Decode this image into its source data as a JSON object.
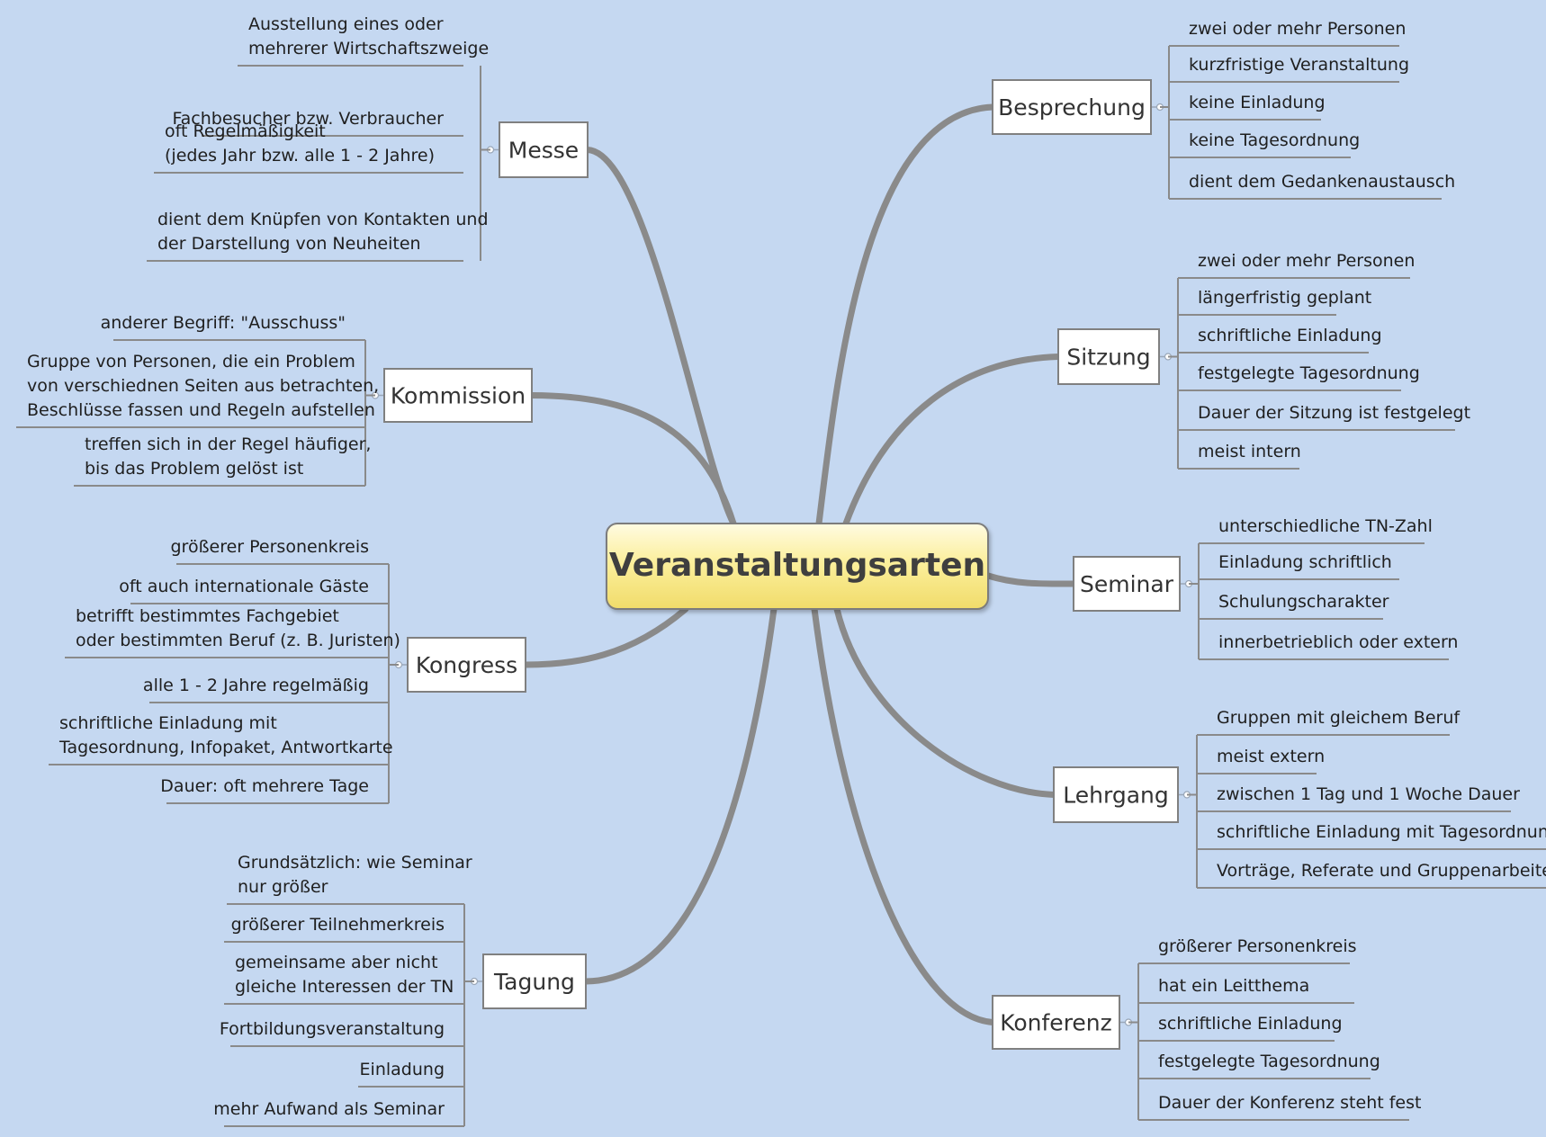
{
  "central": {
    "title": "Veranstaltungsarten"
  },
  "topics": [
    {
      "id": "messe",
      "label": "Messe",
      "items": [
        [
          "Ausstellung eines oder",
          "mehrerer Wirtschaftszweige"
        ],
        [
          "Fachbesucher bzw. Verbraucher"
        ],
        [
          "oft Regelmäßigkeit",
          "(jedes Jahr bzw. alle 1 - 2 Jahre)"
        ],
        [
          "dient dem Knüpfen von Kontakten und",
          "der Darstellung von Neuheiten"
        ]
      ]
    },
    {
      "id": "kommission",
      "label": "Kommission",
      "items": [
        [
          "anderer Begriff: \"Ausschuss\""
        ],
        [
          "Gruppe von Personen, die ein Problem",
          "von verschiednen Seiten aus betrachten,",
          "Beschlüsse fassen und Regeln aufstellen"
        ],
        [
          "treffen sich in der Regel häufiger,",
          "bis das Problem gelöst ist"
        ]
      ]
    },
    {
      "id": "kongress",
      "label": "Kongress",
      "items": [
        [
          "größerer Personenkreis"
        ],
        [
          "oft auch internationale Gäste"
        ],
        [
          "betrifft bestimmtes Fachgebiet",
          "oder bestimmten Beruf (z. B. Juristen)"
        ],
        [
          "alle 1 - 2 Jahre regelmäßig"
        ],
        [
          "schriftliche Einladung mit",
          "Tagesordnung, Infopaket, Antwortkarte"
        ],
        [
          "Dauer: oft mehrere Tage"
        ]
      ]
    },
    {
      "id": "tagung",
      "label": "Tagung",
      "items": [
        [
          "Grundsätzlich: wie Seminar",
          "nur größer"
        ],
        [
          "größerer Teilnehmerkreis"
        ],
        [
          "gemeinsame aber nicht",
          "gleiche Interessen der TN"
        ],
        [
          "Fortbildungsveranstaltung"
        ],
        [
          "Einladung"
        ],
        [
          "mehr Aufwand als Seminar"
        ]
      ]
    },
    {
      "id": "besprechung",
      "label": "Besprechung",
      "items": [
        [
          "zwei oder mehr Personen"
        ],
        [
          "kurzfristige Veranstaltung"
        ],
        [
          "keine Einladung"
        ],
        [
          "keine Tagesordnung"
        ],
        [
          "dient dem Gedankenaustausch"
        ]
      ]
    },
    {
      "id": "sitzung",
      "label": "Sitzung",
      "items": [
        [
          "zwei oder mehr Personen"
        ],
        [
          "längerfristig geplant"
        ],
        [
          "schriftliche Einladung"
        ],
        [
          "festgelegte Tagesordnung"
        ],
        [
          "Dauer der Sitzung ist festgelegt"
        ],
        [
          "meist intern"
        ]
      ]
    },
    {
      "id": "seminar",
      "label": "Seminar",
      "items": [
        [
          "unterschiedliche TN-Zahl"
        ],
        [
          "Einladung schriftlich"
        ],
        [
          "Schulungscharakter"
        ],
        [
          "innerbetrieblich oder extern"
        ]
      ]
    },
    {
      "id": "lehrgang",
      "label": "Lehrgang",
      "items": [
        [
          "Gruppen mit gleichem Beruf"
        ],
        [
          "meist extern"
        ],
        [
          "zwischen 1 Tag und 1 Woche Dauer"
        ],
        [
          "schriftliche Einladung mit Tagesordnung"
        ],
        [
          "Vorträge, Referate und Gruppenarbeiten"
        ]
      ]
    },
    {
      "id": "konferenz",
      "label": "Konferenz",
      "items": [
        [
          "größerer Personenkreis"
        ],
        [
          "hat ein Leitthema"
        ],
        [
          "schriftliche Einladung"
        ],
        [
          "festgelegte Tagesordnung"
        ],
        [
          "Dauer der Konferenz steht fest"
        ]
      ]
    }
  ]
}
